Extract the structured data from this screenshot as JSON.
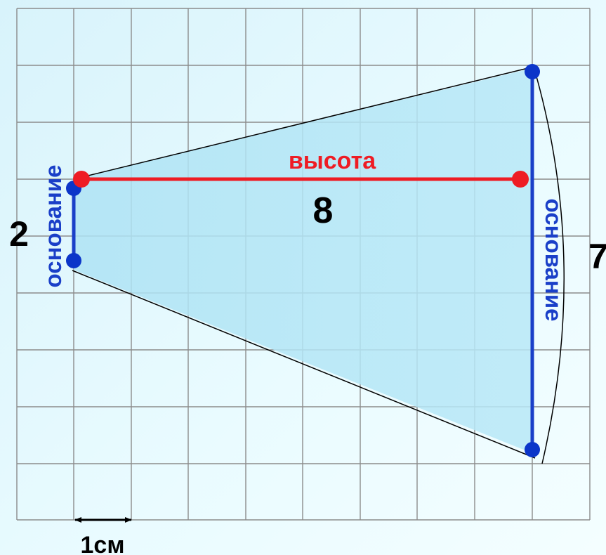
{
  "labels": {
    "height_word": "высота",
    "height_value": "8",
    "left_base_word": "основание",
    "left_base_value": "2",
    "right_base_word": "основание",
    "right_base_value": "7",
    "scale_label": "1см"
  },
  "colors": {
    "background": "#e4f8fd",
    "grid_line": "#8c8c8c",
    "fill": "#aee3f4",
    "base_line": "#1a3fc8",
    "base_dot": "#0b35c9",
    "height_line": "#ee1c24",
    "height_dot": "#ee1c24",
    "outline": "#000000",
    "text_dark": "#000000",
    "text_red": "#ee1c24",
    "text_blue": "#1a3fc8"
  }
}
